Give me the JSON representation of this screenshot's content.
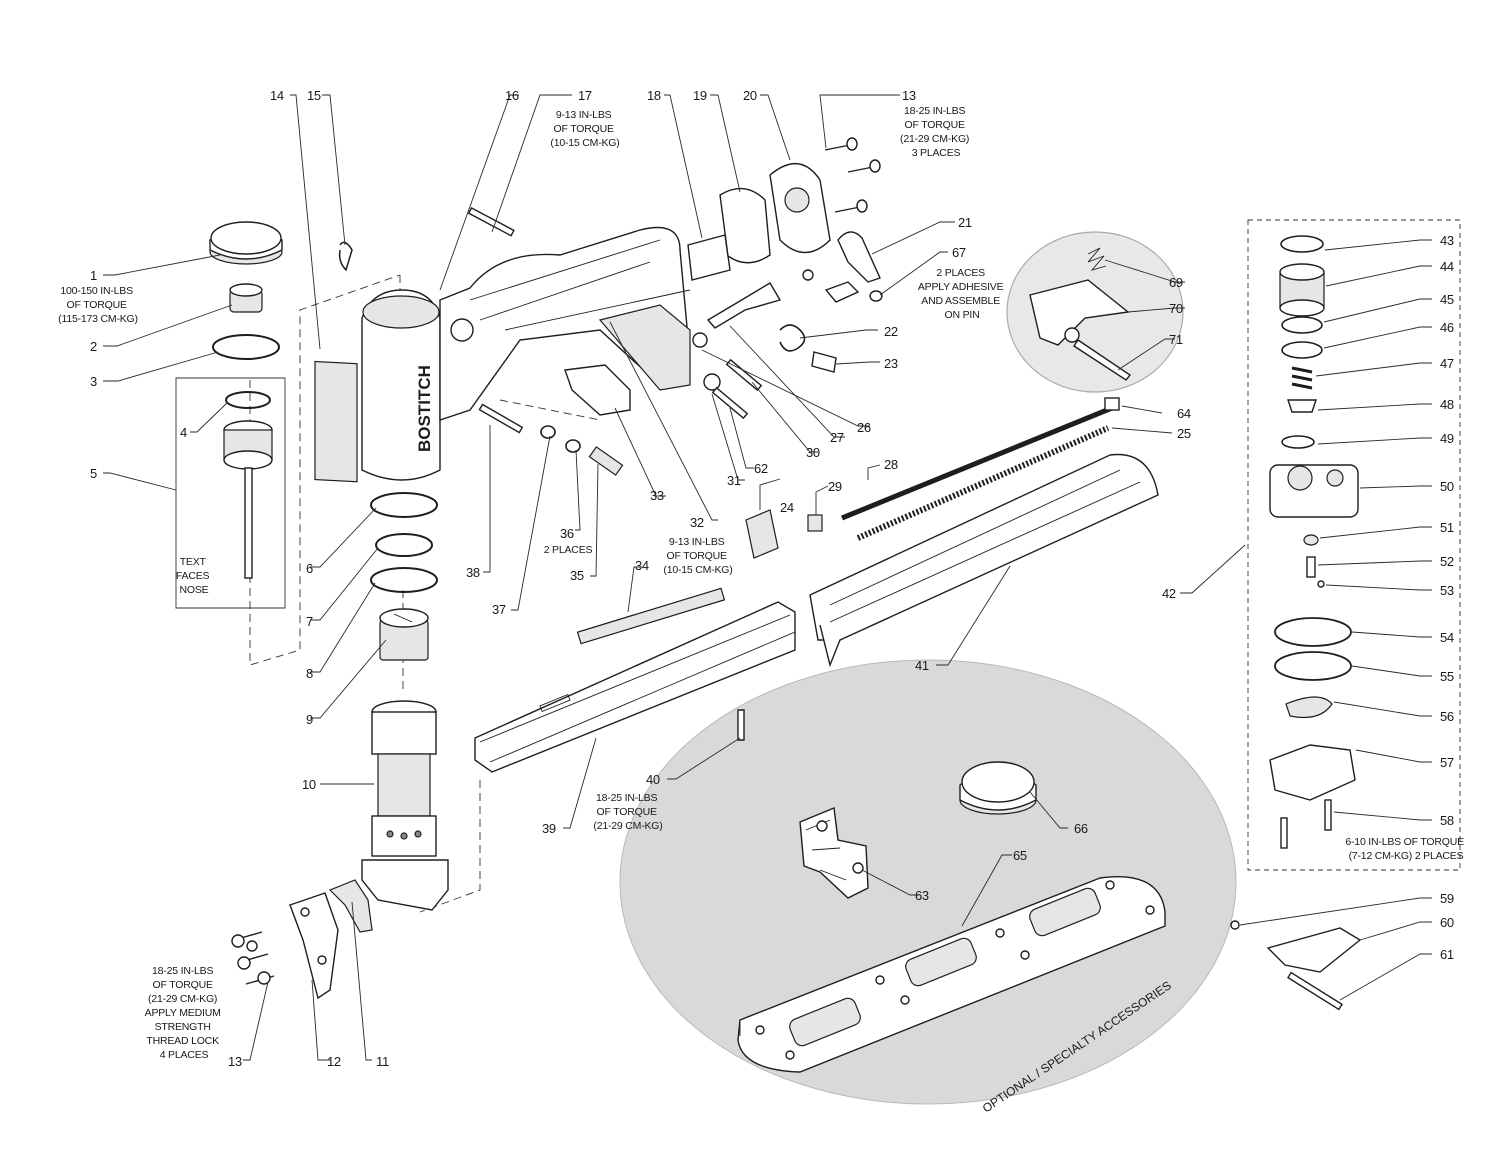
{
  "brand": "BOSTITCH",
  "accessories_label": "OPTIONAL / SPECIALTY ACCESSORIES",
  "callouts": [
    {
      "id": "c1",
      "num": "1"
    },
    {
      "id": "c2",
      "num": "2"
    },
    {
      "id": "c3",
      "num": "3"
    },
    {
      "id": "c4",
      "num": "4"
    },
    {
      "id": "c5",
      "num": "5"
    },
    {
      "id": "c6",
      "num": "6"
    },
    {
      "id": "c7",
      "num": "7"
    },
    {
      "id": "c8",
      "num": "8"
    },
    {
      "id": "c9",
      "num": "9"
    },
    {
      "id": "c10",
      "num": "10"
    },
    {
      "id": "c11",
      "num": "11"
    },
    {
      "id": "c12",
      "num": "12"
    },
    {
      "id": "c13a",
      "num": "13"
    },
    {
      "id": "c13b",
      "num": "13"
    },
    {
      "id": "c14",
      "num": "14"
    },
    {
      "id": "c15",
      "num": "15"
    },
    {
      "id": "c16",
      "num": "16"
    },
    {
      "id": "c17",
      "num": "17"
    },
    {
      "id": "c18",
      "num": "18"
    },
    {
      "id": "c19",
      "num": "19"
    },
    {
      "id": "c20",
      "num": "20"
    },
    {
      "id": "c21",
      "num": "21"
    },
    {
      "id": "c22",
      "num": "22"
    },
    {
      "id": "c23",
      "num": "23"
    },
    {
      "id": "c24",
      "num": "24"
    },
    {
      "id": "c25",
      "num": "25"
    },
    {
      "id": "c26",
      "num": "26"
    },
    {
      "id": "c27",
      "num": "27"
    },
    {
      "id": "c28",
      "num": "28"
    },
    {
      "id": "c29",
      "num": "29"
    },
    {
      "id": "c30",
      "num": "30"
    },
    {
      "id": "c31",
      "num": "31"
    },
    {
      "id": "c32",
      "num": "32"
    },
    {
      "id": "c33",
      "num": "33"
    },
    {
      "id": "c34",
      "num": "34"
    },
    {
      "id": "c35",
      "num": "35"
    },
    {
      "id": "c36",
      "num": "36"
    },
    {
      "id": "c37",
      "num": "37"
    },
    {
      "id": "c38",
      "num": "38"
    },
    {
      "id": "c39",
      "num": "39"
    },
    {
      "id": "c40",
      "num": "40"
    },
    {
      "id": "c41",
      "num": "41"
    },
    {
      "id": "c42",
      "num": "42"
    },
    {
      "id": "c43",
      "num": "43"
    },
    {
      "id": "c44",
      "num": "44"
    },
    {
      "id": "c45",
      "num": "45"
    },
    {
      "id": "c46",
      "num": "46"
    },
    {
      "id": "c47",
      "num": "47"
    },
    {
      "id": "c48",
      "num": "48"
    },
    {
      "id": "c49",
      "num": "49"
    },
    {
      "id": "c50",
      "num": "50"
    },
    {
      "id": "c51",
      "num": "51"
    },
    {
      "id": "c52",
      "num": "52"
    },
    {
      "id": "c53",
      "num": "53"
    },
    {
      "id": "c54",
      "num": "54"
    },
    {
      "id": "c55",
      "num": "55"
    },
    {
      "id": "c56",
      "num": "56"
    },
    {
      "id": "c57",
      "num": "57"
    },
    {
      "id": "c58",
      "num": "58"
    },
    {
      "id": "c59",
      "num": "59"
    },
    {
      "id": "c60",
      "num": "60"
    },
    {
      "id": "c61",
      "num": "61"
    },
    {
      "id": "c62",
      "num": "62"
    },
    {
      "id": "c63",
      "num": "63"
    },
    {
      "id": "c64",
      "num": "64"
    },
    {
      "id": "c65",
      "num": "65"
    },
    {
      "id": "c66",
      "num": "66"
    },
    {
      "id": "c67",
      "num": "67"
    },
    {
      "id": "c69",
      "num": "69"
    },
    {
      "id": "c70",
      "num": "70"
    },
    {
      "id": "c71",
      "num": "71"
    }
  ],
  "notes": {
    "n1": [
      "100-150 IN-LBS",
      "OF TORQUE",
      "(115-173 CM-KG)"
    ],
    "n5": [
      "TEXT",
      "FACES",
      "NOSE"
    ],
    "n13a": [
      "18-25 IN-LBS",
      "OF TORQUE",
      "(21-29 CM-KG)",
      "3 PLACES"
    ],
    "n13b": [
      "18-25 IN-LBS",
      "OF TORQUE",
      "(21-29 CM-KG)",
      "APPLY MEDIUM",
      "STRENGTH",
      "THREAD LOCK",
      "4 PLACES"
    ],
    "n17": [
      "9-13 IN-LBS",
      "OF TORQUE",
      "(10-15 CM-KG)"
    ],
    "n32": [
      "9-13 IN-LBS",
      "OF TORQUE",
      "(10-15 CM-KG)"
    ],
    "n36": [
      "2 PLACES"
    ],
    "n40": [
      "18-25 IN-LBS",
      "OF TORQUE",
      "(21-29 CM-KG)"
    ],
    "n58": [
      "6-10 IN-LBS OF TORQUE",
      "(7-12 CM-KG)  2 PLACES"
    ],
    "n67": [
      "2 PLACES",
      "APPLY ADHESIVE",
      "AND ASSEMBLE",
      "ON PIN"
    ]
  }
}
